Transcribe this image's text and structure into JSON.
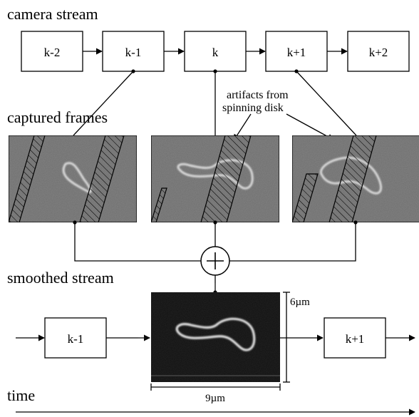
{
  "labels": {
    "camera_stream": "camera stream",
    "captured_frames": "captured frames",
    "smoothed_stream": "smoothed stream",
    "time": "time",
    "artifacts_line1": "artifacts from",
    "artifacts_line2": "spinning disk",
    "height_dim": "6µm",
    "width_dim": "9µm",
    "sum_symbol": "+"
  },
  "camera_frames": [
    "k-2",
    "k-1",
    "k",
    "k+1",
    "k+2"
  ],
  "smoothed_frames": {
    "prev": "k-1",
    "next": "k+1"
  },
  "colors": {
    "ink": "#000000",
    "frame_gray": "#6e6e6e",
    "smoothed_background": "#101010",
    "cell_glow": "#e6e6e6"
  }
}
